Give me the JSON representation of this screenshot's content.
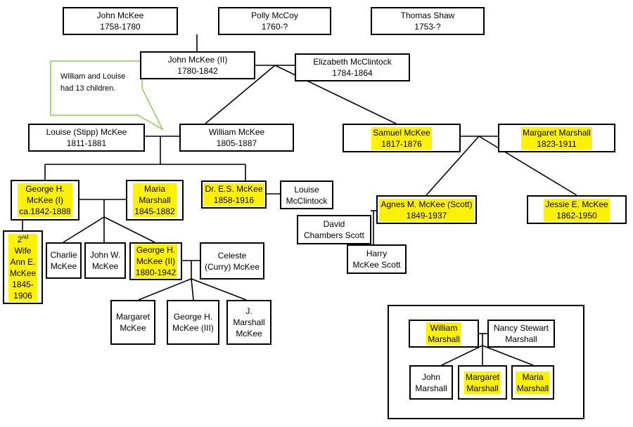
{
  "note": "William and Louise\nhad 13 children.",
  "people": {
    "john_mckee": {
      "label": "John McKee\n1758-1780",
      "hl": false
    },
    "polly_mccoy": {
      "label": "Polly McCoy\n1760-?",
      "hl": false
    },
    "thomas_shaw": {
      "label": "Thomas Shaw\n1753-?",
      "hl": false
    },
    "john_mckee_ii": {
      "label": "John McKee (II)\n1780-1842",
      "hl": false
    },
    "elizabeth_mcclintock": {
      "label": "Elizabeth McClintock\n1784-1864",
      "hl": false
    },
    "louise_stipp": {
      "label": "Louise (Stipp) McKee\n1811-1881",
      "hl": false
    },
    "william_mckee": {
      "label": "William McKee\n1805-1887",
      "hl": false
    },
    "samuel_mckee": {
      "label": "Samuel McKee\n1817-1876",
      "hl": true
    },
    "margaret_marshall_1823": {
      "label": "Margaret Marshall\n1823-1911",
      "hl": true
    },
    "george_h_mckee_i": {
      "label": "George H.\nMcKee (I)\nca.1842-1888",
      "hl": true
    },
    "maria_marshall_1845": {
      "label": "Maria\nMarshall\n1845-1882",
      "hl": true
    },
    "dr_es_mckee": {
      "label": "Dr. E.S. McKee\n1858-1916",
      "hl": true
    },
    "louise_mcclintock": {
      "label": "Louise\nMcClintock",
      "hl": false
    },
    "agnes_mckee": {
      "label": "Agnes M. McKee (Scott)\n1849-1937",
      "hl": true
    },
    "jessie_mckee": {
      "label": "Jessie E. McKee\n1862-1950",
      "hl": true
    },
    "david_chambers_scott": {
      "label": "David\nChambers Scott",
      "hl": false
    },
    "harry_mckee_scott": {
      "label": "Harry\nMcKee Scott",
      "hl": false
    },
    "ann_e_mckee": {
      "sup": "nd",
      "label": "Wife\nAnn E.\nMcKee\n1845-\n1906",
      "hl": true
    },
    "charlie_mckee": {
      "label": "Charlie\nMcKee",
      "hl": false
    },
    "john_w_mckee": {
      "label": "John W.\nMcKee",
      "hl": false
    },
    "george_h_mckee_ii": {
      "label": "George H.\nMcKee (II)\n1880-1942",
      "hl": true
    },
    "celeste_curry": {
      "label": "Celeste\n(Curry) McKee",
      "hl": false
    },
    "margaret_mckee": {
      "label": "Margaret\nMcKee",
      "hl": false
    },
    "george_h_mckee_iii": {
      "label": "George H.\nMcKee (III)",
      "hl": false
    },
    "j_marshall_mckee": {
      "label": "J.\nMarshall\nMcKee",
      "hl": false
    },
    "william_marshall": {
      "label": "William\nMarshall",
      "hl": true
    },
    "nancy_stewart_marshall": {
      "label": "Nancy Stewart\nMarshall",
      "hl": false
    },
    "john_marshall": {
      "label": "John\nMarshall",
      "hl": false
    },
    "margaret_marshall": {
      "label": "Margaret\nMarshall",
      "hl": true
    },
    "maria_marshall": {
      "label": "Maria\nMarshall",
      "hl": true
    }
  }
}
